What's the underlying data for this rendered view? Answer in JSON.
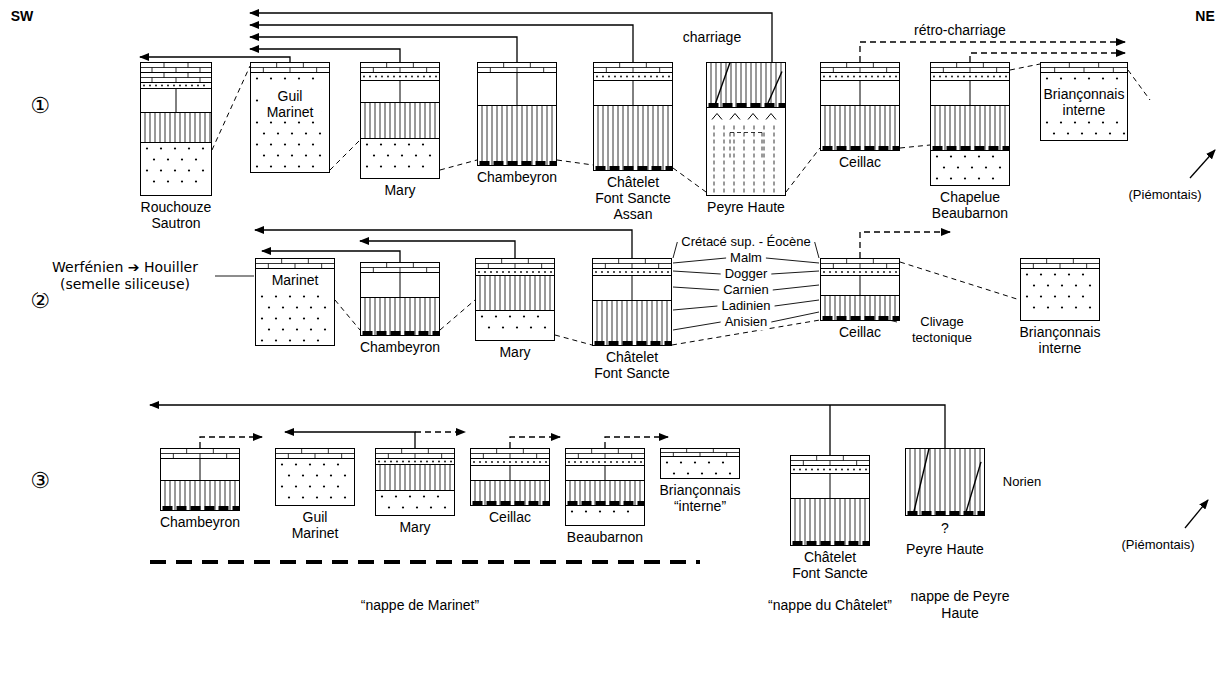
{
  "diagram": {
    "nodes": [
      {
        "text": [
          "Rouchouze Sautron"
        ]
      },
      {
        "text": [
          "Guil Marinet"
        ]
      },
      {
        "text": [
          "Mary"
        ]
      },
      {
        "text": [
          "Chambeyron"
        ]
      },
      {
        "text": [
          "Châtelet Font Sancte Assan"
        ]
      },
      {
        "text": [
          "Peyre Haute"
        ]
      },
      {
        "text": [
          "Ceillac"
        ]
      },
      {
        "text": [
          "Chapelue Beaubarnon"
        ]
      },
      {
        "text": [
          "Briançonnais interne"
        ]
      },
      {
        "text": [
          "Marinet"
        ]
      },
      {
        "text": [
          "Chambeyron"
        ]
      },
      {
        "text": [
          "Mary"
        ]
      },
      {
        "text": [
          "Châtelet Font Sancte"
        ]
      },
      {
        "text": [
          "Ceillac"
        ]
      },
      {
        "text": [
          "Briançonnais interne"
        ]
      },
      {
        "text": [
          "Chambeyron"
        ]
      },
      {
        "text": [
          "Guil Marinet"
        ]
      },
      {
        "text": [
          "Mary"
        ]
      },
      {
        "text": [
          "Ceillac"
        ]
      },
      {
        "text": [
          "Beaubarnon"
        ]
      },
      {
        "text": [
          "Briançonnais “interne”"
        ]
      },
      {
        "text": [
          "Châtelet Font Sancte"
        ]
      },
      {
        "text": [
          "Peyre Haute"
        ]
      }
    ],
    "labels": [
      "SW",
      "NE",
      "①",
      "charriage",
      "rétro-charriage",
      "(Piémontais)",
      "②",
      "Crétacé sup. - Éocène",
      "Malm",
      "Dogger",
      "Carnien",
      "Ladinien",
      "Anisien",
      "Werfénien ➔ Houiller (semelle siliceuse)",
      "Clivage tectonique",
      "③",
      "Norien",
      "?",
      "(Piémontais)",
      "“nappe de Marinet”",
      "“nappe du Châtelet”",
      "nappe de Peyre Haute"
    ]
  }
}
